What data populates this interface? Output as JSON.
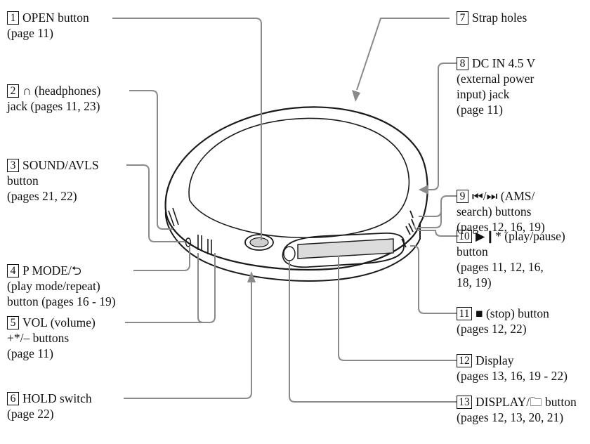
{
  "callouts": [
    {
      "number": "1",
      "lines": [
        "OPEN button",
        "(page 11)"
      ]
    },
    {
      "number": "2",
      "lines": [
        "∩ (headphones)",
        "jack (pages 11, 23)"
      ]
    },
    {
      "number": "3",
      "lines": [
        "SOUND/AVLS",
        "button",
        "(pages 21, 22)"
      ]
    },
    {
      "number": "4",
      "lines": [
        "P MODE/⮌",
        "(play mode/repeat)",
        "button (pages 16 - 19)"
      ]
    },
    {
      "number": "5",
      "lines": [
        "VOL (volume)",
        "+*/– buttons",
        "(page 11)"
      ]
    },
    {
      "number": "6",
      "lines": [
        "HOLD switch",
        "(page 22)"
      ]
    },
    {
      "number": "7",
      "lines": [
        "Strap holes"
      ]
    },
    {
      "number": "8",
      "lines": [
        "DC IN 4.5 V",
        "(external power",
        "input) jack",
        "(page 11)"
      ]
    },
    {
      "number": "9",
      "lines": [
        "⏮/⏭ (AMS/",
        "search) buttons",
        "(pages 12, 16, 19)"
      ]
    },
    {
      "number": "10",
      "lines": [
        "▶❙* (play/pause)",
        "button",
        "(pages 11, 12, 16,",
        "18, 19)"
      ]
    },
    {
      "number": "11",
      "lines": [
        "■ (stop) button",
        "(pages 12, 22)"
      ]
    },
    {
      "number": "12",
      "lines": [
        "Display",
        "(pages 13, 16, 19 - 22)"
      ]
    },
    {
      "number": "13",
      "lines": [
        "DISPLAY/🗀 button",
        "(pages 12, 13, 20, 21)"
      ]
    }
  ]
}
